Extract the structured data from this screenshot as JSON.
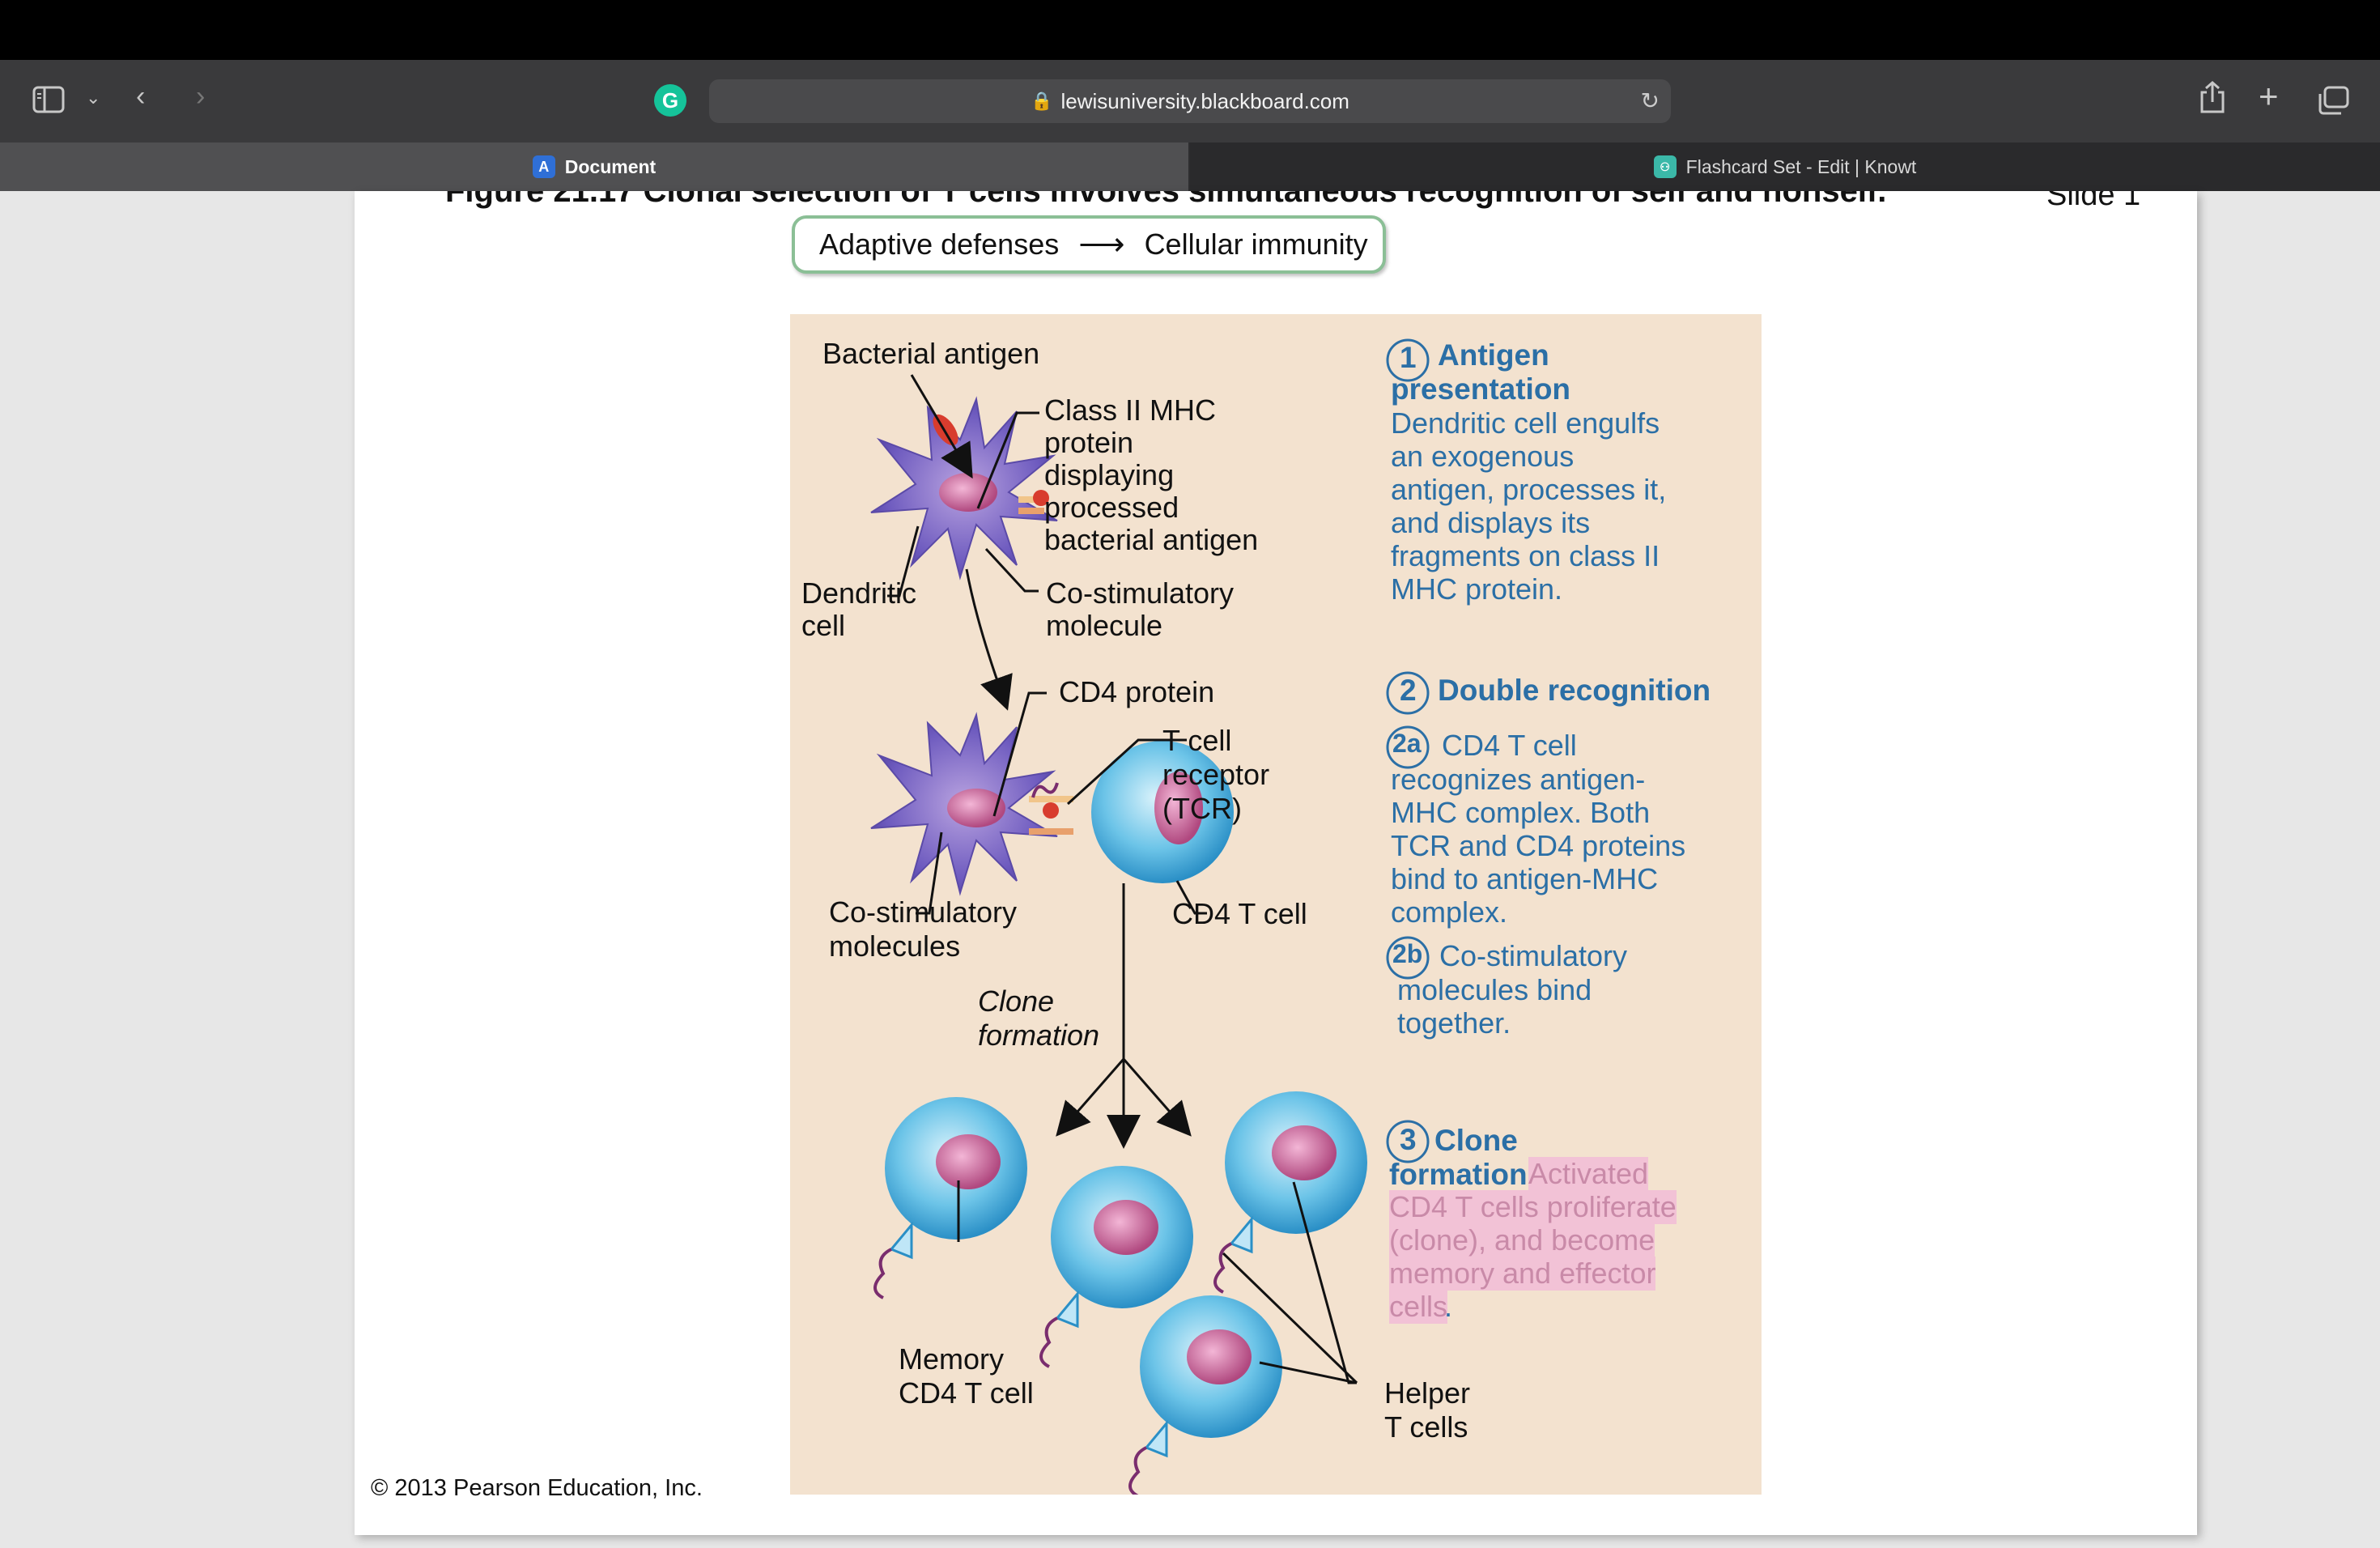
{
  "browser": {
    "url": "lewisuniversity.blackboard.com",
    "tabs": [
      {
        "label": "Document",
        "icon": "A"
      },
      {
        "label": "Flashcard Set - Edit | Knowt",
        "icon": "knowt"
      }
    ],
    "grammarly_icon": "G"
  },
  "slide": {
    "title_partial": "Figure 21.17  Clonal selection of T cells involves simultaneous recognition of self and nonself.",
    "slide_number": "Slide 1",
    "header_box": {
      "left": "Adaptive defenses",
      "right": "Cellular immunity"
    },
    "copyright": "© 2013 Pearson Education, Inc."
  },
  "diagram": {
    "labels": {
      "bacterial_antigen": "Bacterial antigen",
      "class2_mhc_1": "Class II MHC",
      "class2_mhc_2": "protein",
      "class2_mhc_3": "displaying",
      "class2_mhc_4": "processed",
      "class2_mhc_5": "bacterial antigen",
      "dendritic_1": "Dendritic",
      "dendritic_2": "cell",
      "costim_1": "Co-stimulatory",
      "costim_2": "molecule",
      "cd4_protein": "CD4 protein",
      "tcr_1": "T cell",
      "tcr_2": "receptor",
      "tcr_3": "(TCR)",
      "cd4_tcell": "CD4 T cell",
      "costims_1": "Co-stimulatory",
      "costims_2": "molecules",
      "clone_1": "Clone",
      "clone_2": "formation",
      "memory_1": "Memory",
      "memory_2": "CD4 T cell",
      "helper_1": "Helper",
      "helper_2": "T cells"
    },
    "steps": {
      "s1_num": "1",
      "s1_title_1": "Antigen",
      "s1_title_2": "presentation",
      "s1_lines": [
        "Dendritic cell engulfs",
        "an exogenous",
        "antigen, processes it,",
        "and displays its",
        "fragments on class II",
        "MHC protein."
      ],
      "s2_num": "2",
      "s2_title": "Double recognition",
      "s2a_num": "2a",
      "s2a_first": "CD4 T cell",
      "s2a_lines": [
        "recognizes antigen-",
        "MHC complex. Both",
        "TCR and CD4 proteins",
        "bind to antigen-MHC",
        "complex."
      ],
      "s2b_num": "2b",
      "s2b_first": "Co-stimulatory",
      "s2b_lines": [
        "molecules bind",
        "together."
      ],
      "s3_num": "3",
      "s3_title_1": "Clone",
      "s3_title_2": "formation",
      "s3_first_hl": "Activated",
      "s3_lines_hl": [
        "CD4 T cells proliferate",
        "(clone), and become",
        "memory and effector"
      ],
      "s3_last_hl": "cells",
      "s3_last_end": "."
    }
  }
}
